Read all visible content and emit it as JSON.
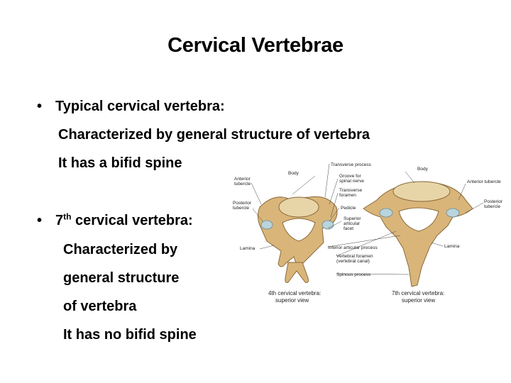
{
  "title": "Cervical Vertebrae",
  "bullets": {
    "b1_heading": "Typical cervical vertebra:",
    "b1_line1": "Characterized by general structure of vertebra",
    "b1_line2": "It has a bifid spine",
    "b2_num": "7",
    "b2_sup": "th",
    "b2_rest": " cervical vertebra:",
    "b2_line1": "Characterized by",
    "b2_line2": "general structure",
    "b2_line3": "of vertebra",
    "b2_line4": "It has no bifid spine"
  },
  "figure": {
    "labels": {
      "transverse_process": "Transverse process",
      "body_left": "Body",
      "body_right": "Body",
      "groove1": "Groove for",
      "groove2": "spinal nerve",
      "transverse_foramen1": "Transverse",
      "transverse_foramen2": "foramen",
      "anterior_tubercle_left1": "Anterior",
      "anterior_tubercle_left2": "tubercle",
      "posterior_tubercle_left1": "Posterior",
      "posterior_tubercle_left2": "tubercle",
      "pedicle": "Pedicle",
      "superior_facet1": "Superior",
      "superior_facet2": "articular",
      "superior_facet3": "facet",
      "anterior_tubercle_right": "Anterior tubercle",
      "posterior_tubercle_right1": "Posterior",
      "posterior_tubercle_right2": "tubercle",
      "lamina_left": "Lamina",
      "lamina_right": "Lamina",
      "inferior_articular": "Inferior articular process",
      "vertebral_foramen1": "Vertebral foramen",
      "vertebral_foramen2": "(vertebral canal)",
      "spinous_process": "Spinous process"
    },
    "caption_left1": "4th cervical vertebra:",
    "caption_left2": "superior view",
    "caption_right1": "7th cervical vertebra:",
    "caption_right2": "superior view"
  }
}
